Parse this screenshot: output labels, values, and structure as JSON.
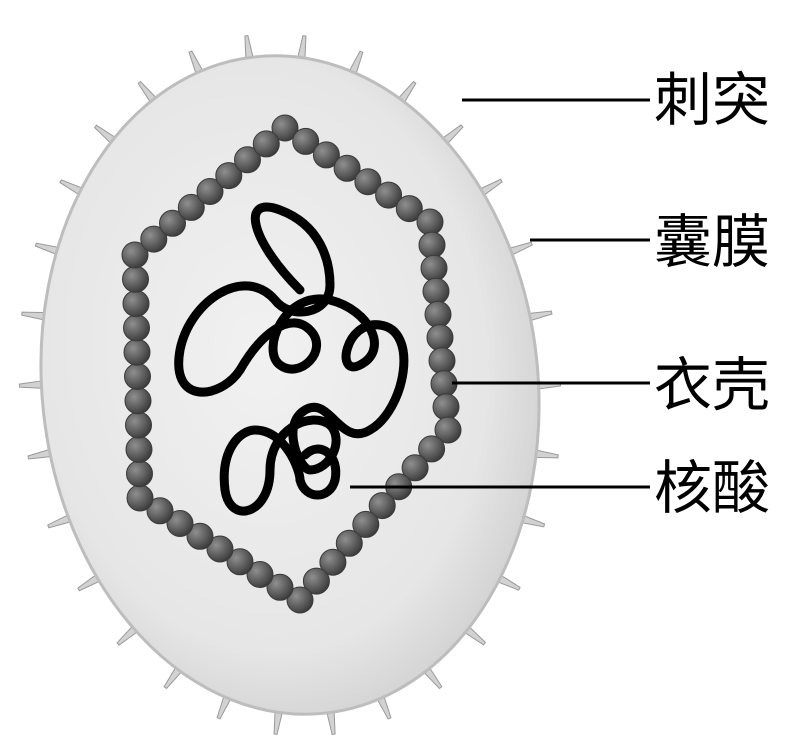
{
  "labels": {
    "spike": "刺突",
    "envelope": "囊膜",
    "capsid": "衣壳",
    "nucleic_acid": "核酸"
  },
  "colors": {
    "envelope_fill": "#e9e9e9",
    "envelope_edge": "#bdbdbd",
    "spike_fill": "#d2d2d2",
    "capsomere_fill": "#5f5f5f",
    "capsomere_highlight": "#8a8a8a",
    "nucleic_acid": "#000000",
    "leader_line": "#000000"
  }
}
